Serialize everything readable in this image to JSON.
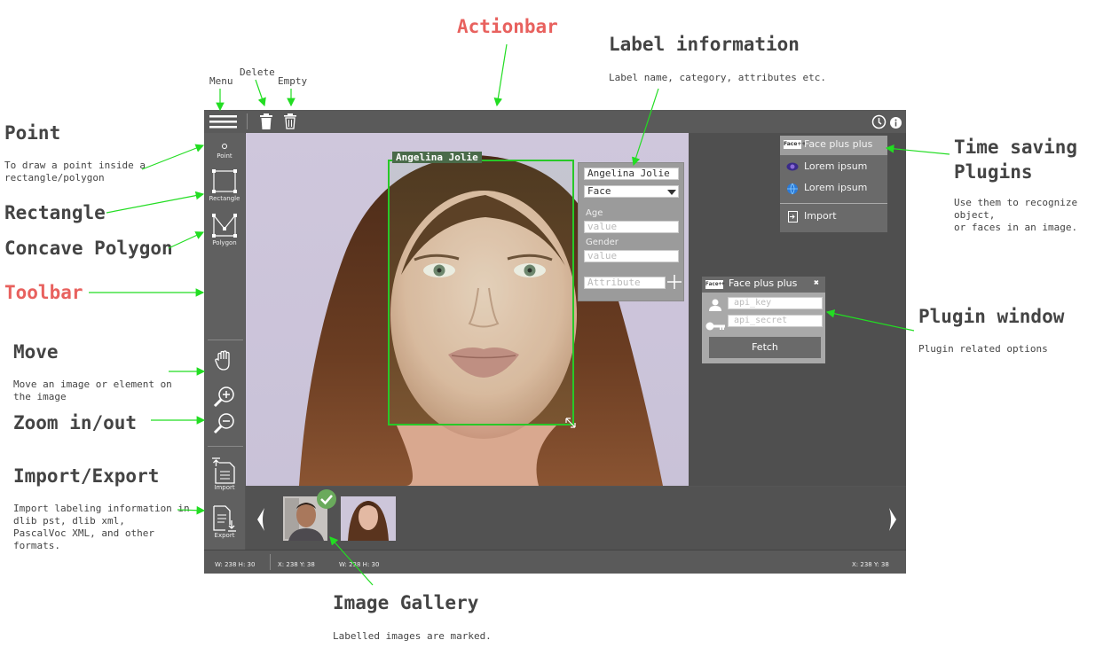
{
  "annotations": {
    "actionbar": "Actionbar",
    "label_information": {
      "title": "Label information",
      "desc": "Label name, category, attributes etc."
    },
    "menu": "Menu",
    "delete": "Delete",
    "empty": "Empty",
    "point": {
      "title": "Point",
      "desc_line1": "To draw a point inside a",
      "desc_line2": "rectangle/polygon"
    },
    "rectangle": "Rectangle",
    "concave_polygon": "Concave Polygon",
    "toolbar": "Toolbar",
    "move": {
      "title": "Move",
      "desc_line1": "Move an image or element on",
      "desc_line2": "the image"
    },
    "zoom": "Zoom in/out",
    "import_export": {
      "title": "Import/Export",
      "desc_line1": "Import labeling information in",
      "desc_line2": "dlib pst, dlib xml,",
      "desc_line3": "PascalVoc XML, and other",
      "desc_line4": "formats."
    },
    "time_saving": {
      "title_line1": "Time saving",
      "title_line2": "Plugins",
      "desc_line1": "Use them to recognize object,",
      "desc_line2": "or faces in an image."
    },
    "plugin_window": {
      "title": "Plugin window",
      "desc": "Plugin related options"
    },
    "image_gallery": {
      "title": "Image Gallery",
      "desc": "Labelled images are marked."
    }
  },
  "toolbar": {
    "point_label": "Point",
    "rectangle_label": "Rectangle",
    "polygon_label": "Polygon",
    "import_label": "Import",
    "export_label": "Export"
  },
  "canvas": {
    "box_label": "Angelina Jolie"
  },
  "label_panel": {
    "name_value": "Angelina Jolie",
    "category_value": "Face",
    "age_label": "Age",
    "age_placeholder": "value",
    "gender_label": "Gender",
    "gender_placeholder": "value",
    "attribute_placeholder": "Attribute"
  },
  "plugins_menu": {
    "items": [
      {
        "label": "Face plus plus"
      },
      {
        "label": "Lorem ipsum"
      },
      {
        "label": "Lorem ipsum"
      },
      {
        "label": "Import"
      }
    ],
    "badge": "Face++"
  },
  "plugin_window": {
    "title": "Face plus plus",
    "badge": "Face++",
    "close": "✖",
    "api_key_placeholder": "api_key",
    "api_secret_placeholder": "api_secret",
    "fetch_label": "Fetch"
  },
  "status": {
    "left": "W: 238   H: 30",
    "middle": "X: 238   Y: 38",
    "middle2": "W: 238   H: 30",
    "right": "X: 238   Y: 38"
  },
  "colors": {
    "accent_red": "#e8615e",
    "arrow_green": "#22dd22",
    "box_green": "#28c828",
    "check_green": "#6aaa5c"
  }
}
